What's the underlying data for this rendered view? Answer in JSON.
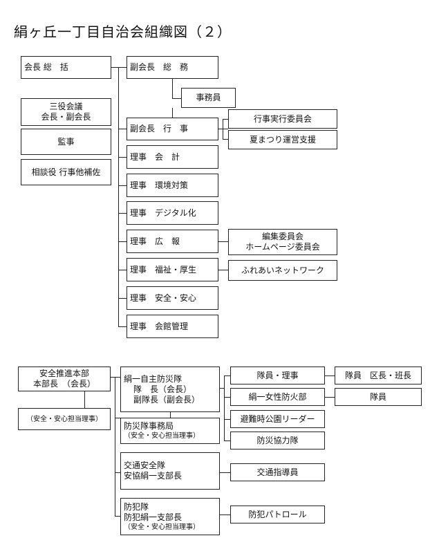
{
  "title": "絹ヶ丘一丁目自治会組織図（２）",
  "colors": {
    "line": "#222222",
    "box_border": "#222222",
    "background": "#ffffff"
  },
  "top": {
    "president": "会長 総　括",
    "vp_general": "副会長　総　務",
    "clerk": "事務員",
    "vp_events": "副会長　行　事",
    "events_committee": "行事実行委員会",
    "summer_festival": "夏まつり運営支援",
    "three_officers_1": "三役会議",
    "three_officers_2": "会長・副会長",
    "auditor": "監事",
    "advisor": "相談役 行事他補佐",
    "dir_accounting": "理事　会　計",
    "dir_environment": "理事　環境対策",
    "dir_digital": "理事　デジタル化",
    "dir_pr": "理事　広　報",
    "editorial_1": "編集委員会",
    "editorial_2": "ホームページ委員会",
    "dir_welfare": "理事　福祉・厚生",
    "fureai": "ふれあいネットワーク",
    "dir_safety": "理事　安全・安心",
    "dir_hall": "理事　会館管理"
  },
  "bottom": {
    "hq_1": "安全推進本部",
    "hq_2": "本部長　（会長）",
    "hq_sub": "（安全・安心担当理事）",
    "disaster_1": "絹一自主防災隊",
    "disaster_2": "隊　長（会長）",
    "disaster_3": "副隊長（副会長）",
    "members_dir": "隊員・理事",
    "members_leaders": "隊員　区長・班長",
    "fire_women": "絹一女性防火部",
    "members": "隊員",
    "evac_park": "避難時公園リーダー",
    "disaster_coop": "防災協力隊",
    "disaster_office_1": "防災隊事務局",
    "disaster_office_2": "（安全・安心担当理事）",
    "traffic_1": "交通安全隊",
    "traffic_2": "安協絹一支部長",
    "traffic_guide": "交通指導員",
    "crime_1": "防犯隊",
    "crime_2": "防犯絹一支部長",
    "crime_3": "（安全・安心担当理事）",
    "patrol": "防犯パトロール"
  }
}
